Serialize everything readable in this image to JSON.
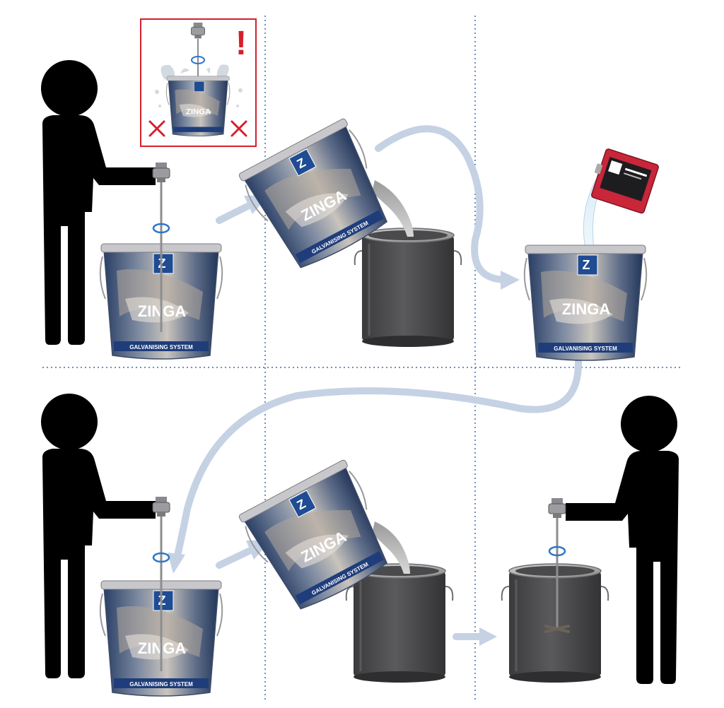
{
  "brand": {
    "name": "ZINGA",
    "tagline": "GALVANISING SYSTEM",
    "logo_letter": "Z"
  },
  "warning": {
    "mark": "!"
  },
  "colors": {
    "figure": "#000000",
    "arrow": "#c5d2e4",
    "grid_line": "#3a6fb0",
    "warning_red": "#d4202c",
    "can_grey": "#4a4a4c",
    "bucket_blue": "#2c4f8c",
    "rotation_ring": "#2f76c9"
  },
  "steps": [
    {
      "panel": "top-left",
      "action": "stir-zinga-bucket"
    },
    {
      "panel": "top-middle",
      "action": "pour-into-empty-can"
    },
    {
      "panel": "top-right",
      "action": "add-thinner-to-bucket"
    },
    {
      "panel": "bottom-left",
      "action": "stir-zinga-bucket"
    },
    {
      "panel": "bottom-middle",
      "action": "pour-into-can"
    },
    {
      "panel": "bottom-right",
      "action": "stir-can"
    }
  ],
  "icons": [
    "person-icon",
    "mixer-drill-icon",
    "rotation-ring-icon",
    "paint-bucket-icon",
    "metal-can-icon",
    "thinner-canister-icon",
    "flow-arrow-icon",
    "cross-mark-icon"
  ]
}
